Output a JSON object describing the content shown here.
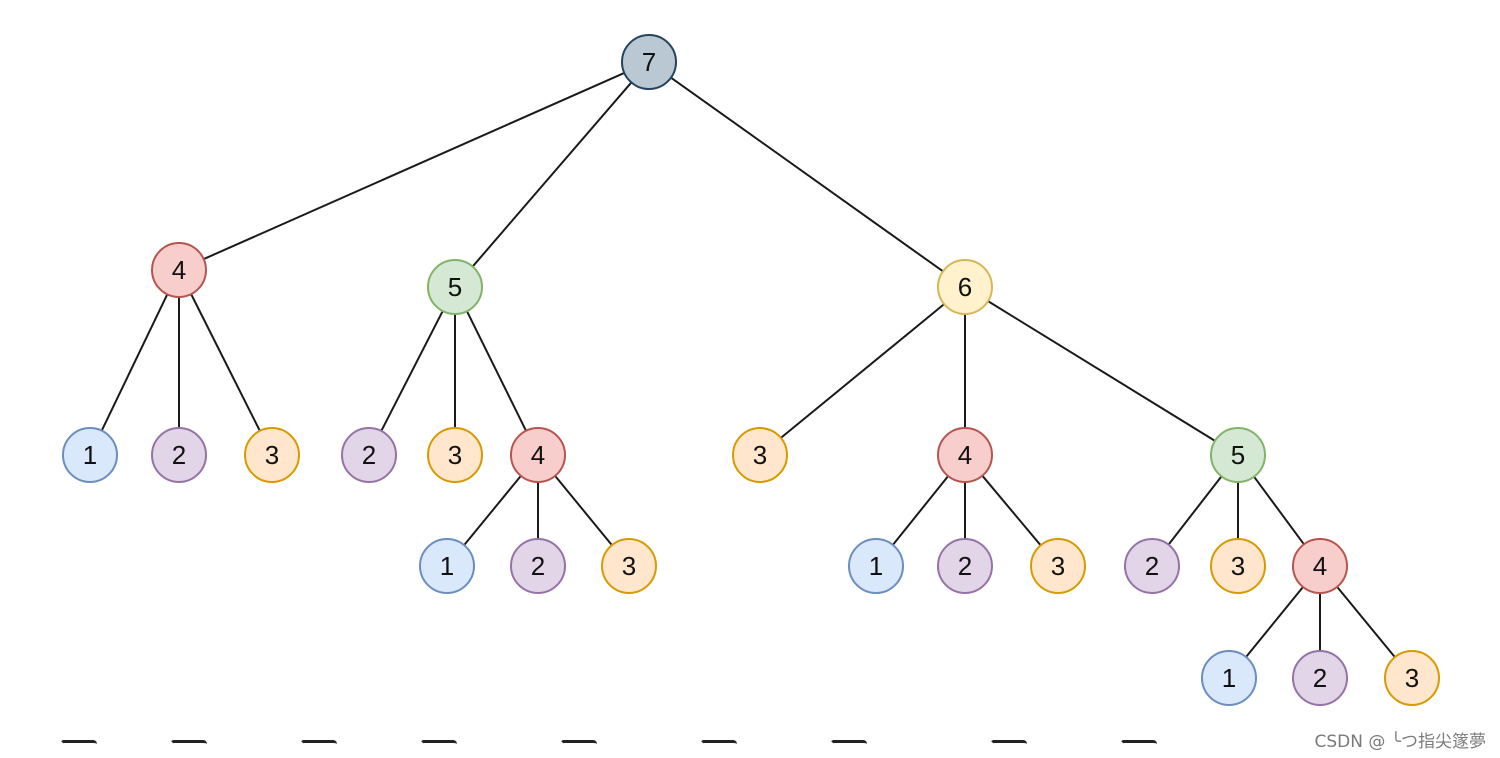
{
  "diagram": {
    "type": "tree",
    "root": "n7",
    "nodes": [
      {
        "id": "n7",
        "label": "7",
        "color": "gray"
      },
      {
        "id": "n4a",
        "label": "4",
        "color": "red"
      },
      {
        "id": "n5a",
        "label": "5",
        "color": "green"
      },
      {
        "id": "n6",
        "label": "6",
        "color": "yellow"
      },
      {
        "id": "n1a",
        "label": "1",
        "color": "blue"
      },
      {
        "id": "n2a",
        "label": "2",
        "color": "purple"
      },
      {
        "id": "n3a",
        "label": "3",
        "color": "orange"
      },
      {
        "id": "n2b",
        "label": "2",
        "color": "purple"
      },
      {
        "id": "n3b",
        "label": "3",
        "color": "orange"
      },
      {
        "id": "n4b",
        "label": "4",
        "color": "red"
      },
      {
        "id": "n1b",
        "label": "1",
        "color": "blue"
      },
      {
        "id": "n2c",
        "label": "2",
        "color": "purple"
      },
      {
        "id": "n3c",
        "label": "3",
        "color": "orange"
      },
      {
        "id": "n3d",
        "label": "3",
        "color": "orange"
      },
      {
        "id": "n4c",
        "label": "4",
        "color": "red"
      },
      {
        "id": "n5b",
        "label": "5",
        "color": "green"
      },
      {
        "id": "n1c",
        "label": "1",
        "color": "blue"
      },
      {
        "id": "n2d",
        "label": "2",
        "color": "purple"
      },
      {
        "id": "n3e",
        "label": "3",
        "color": "orange"
      },
      {
        "id": "n2e",
        "label": "2",
        "color": "purple"
      },
      {
        "id": "n3f",
        "label": "3",
        "color": "orange"
      },
      {
        "id": "n4d",
        "label": "4",
        "color": "red"
      },
      {
        "id": "n1d",
        "label": "1",
        "color": "blue"
      },
      {
        "id": "n2f",
        "label": "2",
        "color": "purple"
      },
      {
        "id": "n3g",
        "label": "3",
        "color": "orange"
      }
    ],
    "edges": [
      [
        "n7",
        "n4a"
      ],
      [
        "n7",
        "n5a"
      ],
      [
        "n7",
        "n6"
      ],
      [
        "n4a",
        "n1a"
      ],
      [
        "n4a",
        "n2a"
      ],
      [
        "n4a",
        "n3a"
      ],
      [
        "n5a",
        "n2b"
      ],
      [
        "n5a",
        "n3b"
      ],
      [
        "n5a",
        "n4b"
      ],
      [
        "n4b",
        "n1b"
      ],
      [
        "n4b",
        "n2c"
      ],
      [
        "n4b",
        "n3c"
      ],
      [
        "n6",
        "n3d"
      ],
      [
        "n6",
        "n4c"
      ],
      [
        "n6",
        "n5b"
      ],
      [
        "n4c",
        "n1c"
      ],
      [
        "n4c",
        "n2d"
      ],
      [
        "n4c",
        "n3e"
      ],
      [
        "n5b",
        "n2e"
      ],
      [
        "n5b",
        "n3f"
      ],
      [
        "n5b",
        "n4d"
      ],
      [
        "n4d",
        "n1d"
      ],
      [
        "n4d",
        "n2f"
      ],
      [
        "n4d",
        "n3g"
      ]
    ],
    "palette": {
      "gray": {
        "fill": "#bac8d3",
        "stroke": "#23445d"
      },
      "red": {
        "fill": "#f8cecc",
        "stroke": "#b85450"
      },
      "green": {
        "fill": "#d5e8d4",
        "stroke": "#82b366"
      },
      "yellow": {
        "fill": "#fff2cc",
        "stroke": "#d6b656"
      },
      "blue": {
        "fill": "#dae8fc",
        "stroke": "#6c8ebf"
      },
      "purple": {
        "fill": "#e1d5e7",
        "stroke": "#9673a6"
      },
      "orange": {
        "fill": "#ffe6cc",
        "stroke": "#d79b00"
      }
    },
    "edge_color": "#1a1a1a"
  },
  "watermark": {
    "text": "CSDN @ ╰つ指尖篴夢"
  }
}
